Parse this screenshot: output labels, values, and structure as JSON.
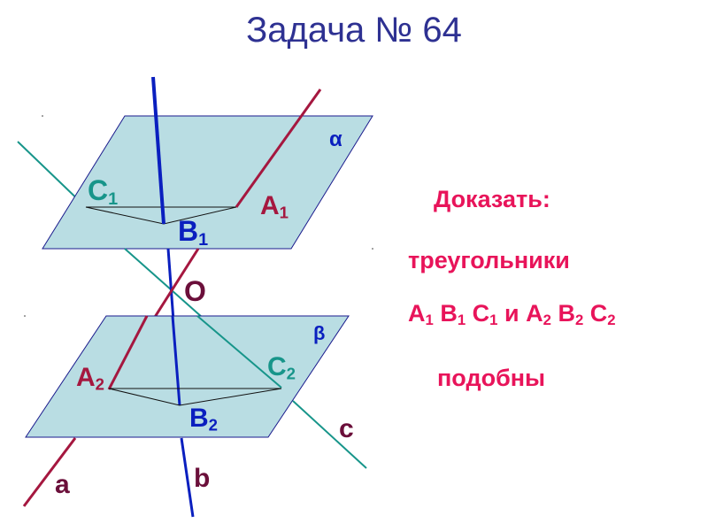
{
  "title": "Задача № 64",
  "colors": {
    "title": "#2e3192",
    "plane_fill": "#b9dde3",
    "plane_edge": "#1a1a8c",
    "line_a": "#a5173f",
    "line_b": "#0a1fbf",
    "line_c": "#17958a",
    "task_text": "#e8145a",
    "label_dark": "#6b0f3a"
  },
  "diagram": {
    "planes": [
      {
        "name": "alpha",
        "label": "α"
      },
      {
        "name": "beta",
        "label": "β"
      }
    ],
    "lines": [
      {
        "name": "a",
        "label": "a"
      },
      {
        "name": "b",
        "label": "b"
      },
      {
        "name": "c",
        "label": "c"
      }
    ],
    "point_o": "O",
    "points": {
      "A1": {
        "letter": "A",
        "sub": "1"
      },
      "B1": {
        "letter": "B",
        "sub": "1"
      },
      "C1": {
        "letter": "C",
        "sub": "1"
      },
      "A2": {
        "letter": "A",
        "sub": "2"
      },
      "B2": {
        "letter": "B",
        "sub": "2"
      },
      "C2": {
        "letter": "C",
        "sub": "2"
      }
    }
  },
  "task": {
    "heading": "Доказать:",
    "line1": "треугольники",
    "tri1": [
      {
        "l": "A",
        "s": "1"
      },
      {
        "l": "B",
        "s": "1"
      },
      {
        "l": "C",
        "s": "1"
      }
    ],
    "conj": "и",
    "tri2": [
      {
        "l": "A",
        "s": "2"
      },
      {
        "l": "B",
        "s": "2"
      },
      {
        "l": "C",
        "s": "2"
      }
    ],
    "line3": "подобны"
  }
}
